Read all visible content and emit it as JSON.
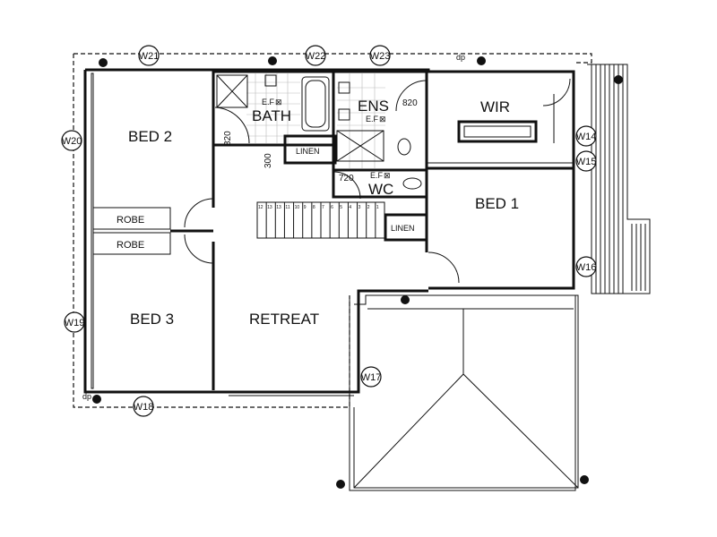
{
  "rooms": {
    "bed2": "BED 2",
    "bed3": "BED 3",
    "bed1": "BED 1",
    "retreat": "RETREAT",
    "bath": "BATH",
    "ens": "ENS",
    "wir": "WIR",
    "wc": "WC",
    "robe_upper": "ROBE",
    "robe_lower": "ROBE",
    "linen_left": "LINEN",
    "linen_right": "LINEN"
  },
  "fixtures": {
    "ef_bath": "E.F",
    "ef_ens": "E.F",
    "ef_wc": "E.F",
    "dp_top": "dp",
    "dp_bottom": "dp"
  },
  "dimensions": {
    "d820_ens": "820",
    "d820_bath": "820",
    "d300": "300",
    "d720": "720"
  },
  "window_tags": {
    "w14": "W14",
    "w15": "W15",
    "w16": "W16",
    "w17": "W17",
    "w18": "W18",
    "w19": "W19",
    "w20": "W20",
    "w21": "W21",
    "w22": "W22",
    "w23": "W23"
  },
  "stairs": [
    "12",
    "13",
    "13",
    "11",
    "10",
    "9",
    "8",
    "7",
    "6",
    "5",
    "4",
    "3",
    "2",
    "1"
  ]
}
